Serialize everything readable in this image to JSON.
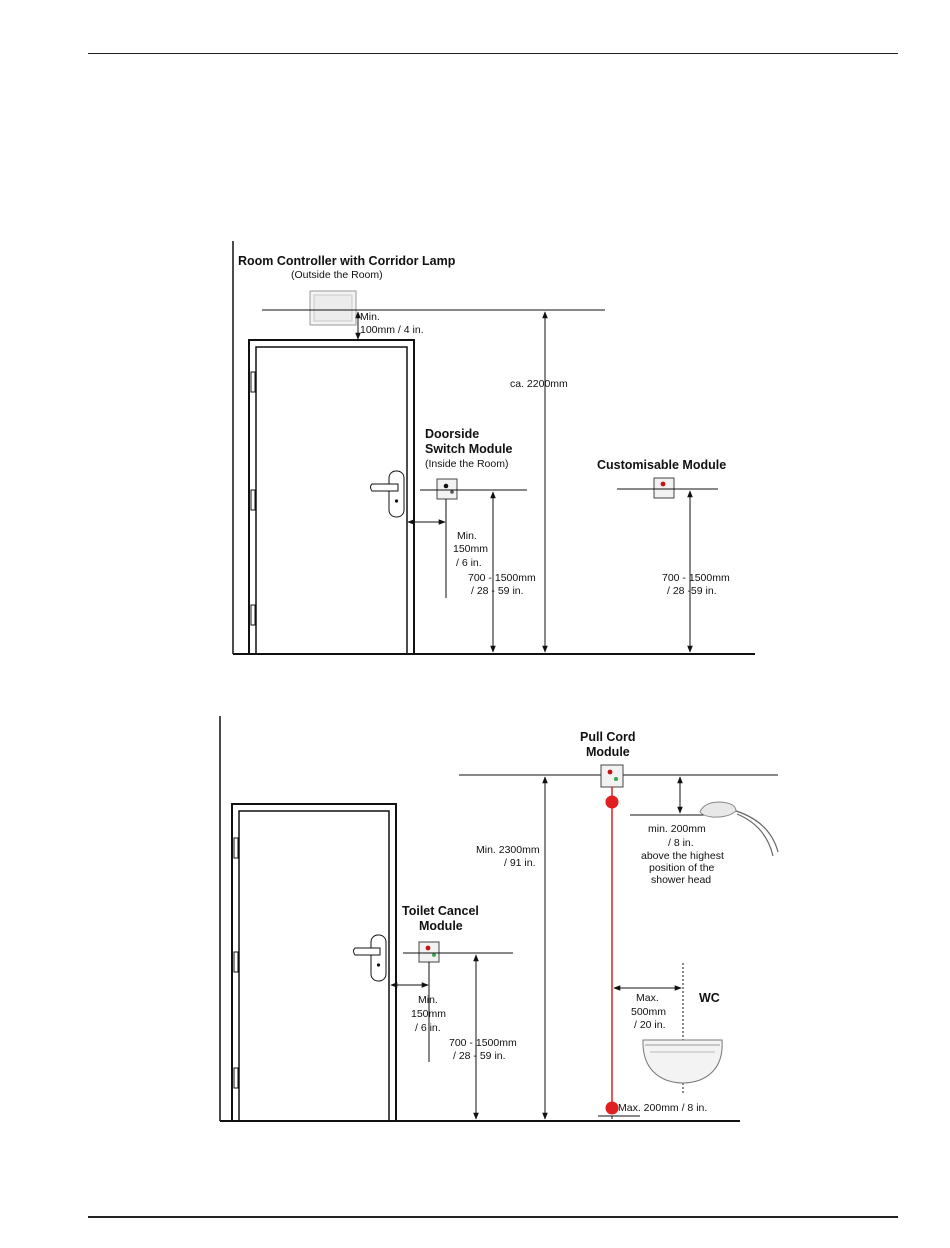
{
  "diagram1": {
    "room_controller_title": "Room Controller with Corridor Lamp",
    "room_controller_sub": "(Outside the Room)",
    "min_100_line1": "Min.",
    "min_100_line2": "100mm / 4 in.",
    "ca_2200": "ca. 2200mm",
    "doorside_line1": "Doorside",
    "doorside_line2": "Switch Module",
    "doorside_sub": "(Inside the Room)",
    "customisable": "Customisable Module",
    "min150_line1": "Min.",
    "min150_line2": "150mm",
    "min150_line3": "/ 6 in.",
    "height_left_line1": "700 - 1500mm",
    "height_left_line2": "/ 28 - 59 in.",
    "height_right_line1": "700 - 1500mm",
    "height_right_line2": "/ 28 -59 in."
  },
  "diagram2": {
    "pull_cord_line1": "Pull Cord",
    "pull_cord_line2": "Module",
    "min2300_line1": "Min. 2300mm",
    "min2300_line2": "/ 91 in.",
    "min200_line1": "min. 200mm",
    "min200_line2": "/ 8 in.",
    "min200_line3": "above the highest",
    "min200_line4": "position of the",
    "min200_line5": "shower head",
    "toilet_line1": "Toilet Cancel",
    "toilet_line2": "Module",
    "min150_line1": "Min.",
    "min150_line2": "150mm",
    "min150_line3": "/ 6 in.",
    "height_line1": "700 - 1500mm",
    "height_line2": "/ 28 - 59 in.",
    "max500_line1": "Max.",
    "max500_line2": "500mm",
    "max500_line3": "/ 20 in.",
    "wc": "WC",
    "max200": "Max. 200mm / 8 in."
  },
  "colors": {
    "cord": "#e02020",
    "led_green": "#2fa84a",
    "line": "#111111"
  }
}
